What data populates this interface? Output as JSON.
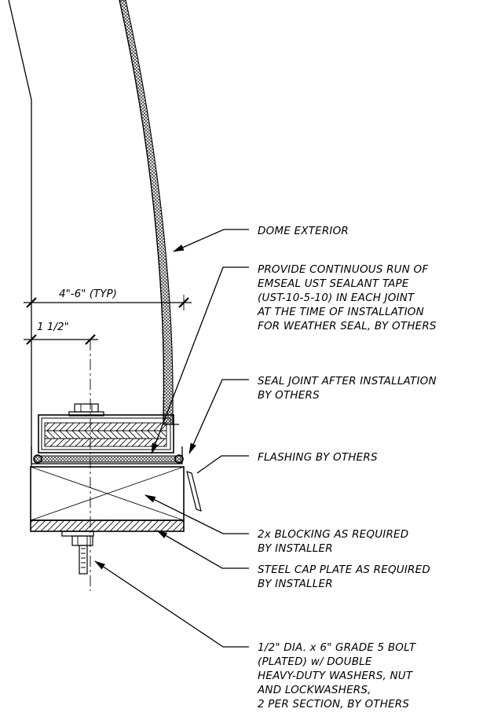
{
  "dimensions": {
    "overall": "4\"-6\" (TYP)",
    "offset": "1 1/2\""
  },
  "callouts": [
    {
      "id": "dome-exterior",
      "lines": [
        "DOME EXTERIOR"
      ]
    },
    {
      "id": "sealant-tape",
      "lines": [
        "PROVIDE CONTINUOUS RUN OF",
        "EMSEAL UST SEALANT TAPE",
        "(UST-10-5-10) IN EACH JOINT",
        "AT THE TIME OF INSTALLATION",
        "FOR WEATHER SEAL, BY OTHERS"
      ]
    },
    {
      "id": "seal-joint",
      "lines": [
        "SEAL JOINT AFTER INSTALLATION",
        "BY OTHERS"
      ]
    },
    {
      "id": "flashing",
      "lines": [
        "FLASHING BY OTHERS"
      ]
    },
    {
      "id": "blocking",
      "lines": [
        "2x BLOCKING AS REQUIRED",
        "BY INSTALLER"
      ]
    },
    {
      "id": "cap-plate",
      "lines": [
        "STEEL CAP PLATE AS REQUIRED",
        "BY INSTALLER"
      ]
    },
    {
      "id": "bolt",
      "lines": [
        "1/2\" DIA. x 6\" GRADE 5 BOLT",
        "(PLATED) w/ DOUBLE",
        "HEAVY-DUTY WASHERS, NUT",
        "AND LOCKWASHERS,",
        "2 PER SECTION, BY OTHERS"
      ]
    }
  ]
}
